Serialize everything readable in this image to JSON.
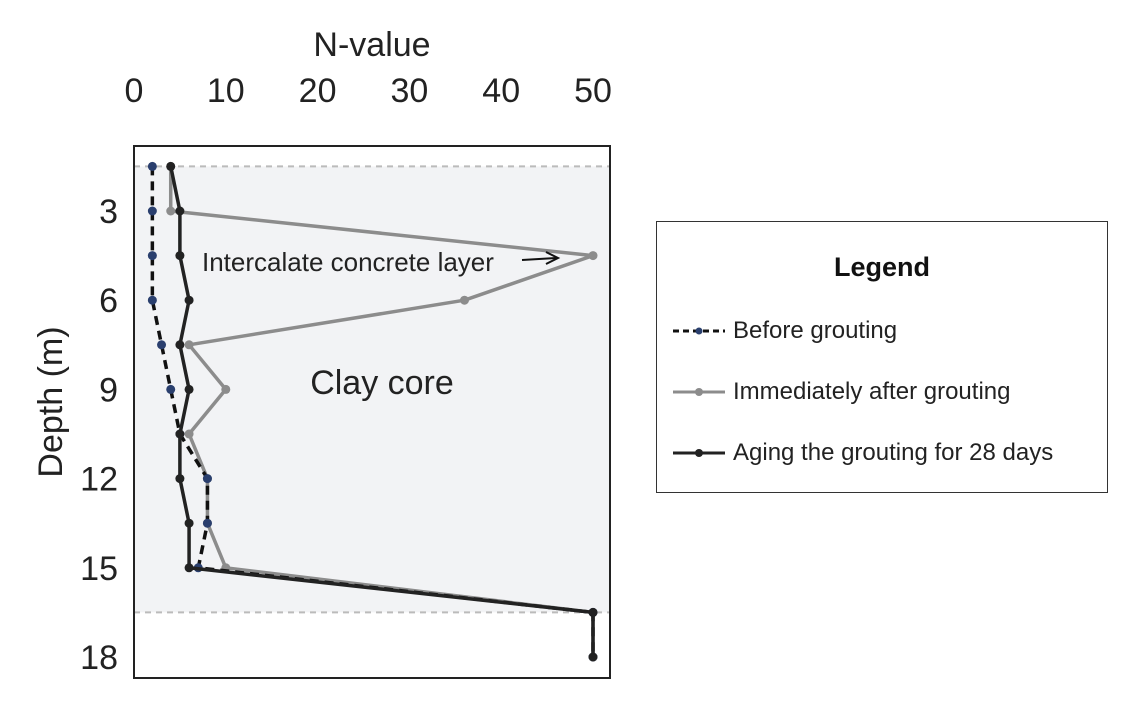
{
  "chart_data": {
    "type": "line",
    "xlabel": "N-value",
    "ylabel": "Depth (m)",
    "xlim": [
      0,
      52
    ],
    "ylim": [
      0.5,
      19
    ],
    "x_axis_position": "top",
    "y_inverted": true,
    "x_ticks": [
      "0",
      "10",
      "20",
      "30",
      "40",
      "50"
    ],
    "y_ticks": [
      "3",
      "6",
      "9",
      "12",
      "15",
      "18"
    ],
    "grid": false,
    "shaded_band": {
      "label": "Clay core",
      "depth_top": 1.5,
      "depth_bottom": 16.5
    },
    "annotations": [
      {
        "text": "Intercalate concrete layer",
        "points_to": {
          "x": 50,
          "y": 4.5
        }
      },
      {
        "text": "Clay core"
      }
    ],
    "series": [
      {
        "name": "Before grouting",
        "style": "dashed",
        "color": "#111111",
        "marker_color": "#2a3f6e",
        "points": [
          [
            2,
            1.5
          ],
          [
            2,
            3
          ],
          [
            2,
            4.5
          ],
          [
            2,
            6
          ],
          [
            3,
            7.5
          ],
          [
            4,
            9
          ],
          [
            5,
            10.5
          ],
          [
            8,
            12
          ],
          [
            8,
            13.5
          ],
          [
            7,
            15
          ],
          [
            50,
            16.5
          ],
          [
            50,
            18
          ]
        ]
      },
      {
        "name": "Immediately after grouting",
        "style": "solid",
        "color": "#8c8c8c",
        "marker_color": "#8c8c8c",
        "points": [
          [
            4,
            1.5
          ],
          [
            4,
            3
          ],
          [
            50,
            4.5
          ],
          [
            36,
            6
          ],
          [
            6,
            7.5
          ],
          [
            10,
            9
          ],
          [
            6,
            10.5
          ],
          [
            8,
            12
          ],
          [
            8,
            13.5
          ],
          [
            10,
            15
          ],
          [
            50,
            16.5
          ],
          [
            50,
            18
          ]
        ]
      },
      {
        "name": "Aging the grouting for 28 days",
        "style": "solid",
        "color": "#222222",
        "marker_color": "#222222",
        "points": [
          [
            4,
            1.5
          ],
          [
            5,
            3
          ],
          [
            5,
            4.5
          ],
          [
            6,
            6
          ],
          [
            5,
            7.5
          ],
          [
            6,
            9
          ],
          [
            5,
            10.5
          ],
          [
            5,
            12
          ],
          [
            6,
            13.5
          ],
          [
            6,
            15
          ],
          [
            50,
            16.5
          ],
          [
            50,
            18
          ]
        ]
      }
    ]
  },
  "legend": {
    "title": "Legend",
    "items": [
      "Before grouting",
      "Immediately after grouting",
      "Aging the grouting for 28 days"
    ]
  }
}
